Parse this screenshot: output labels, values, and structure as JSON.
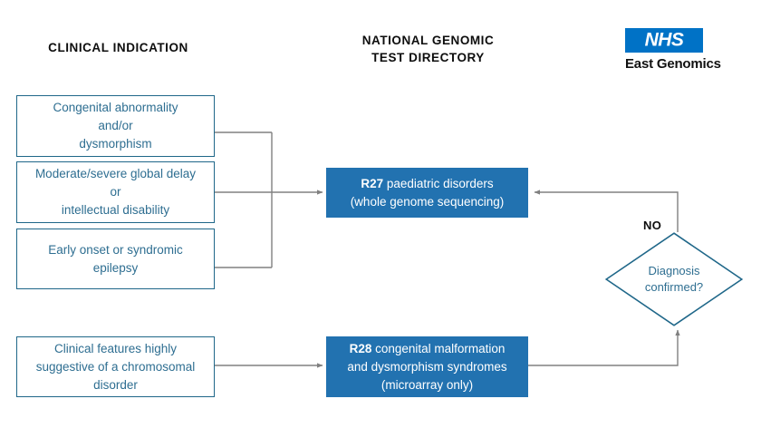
{
  "headings": {
    "clinical_indication": "CLINICAL INDICATION",
    "test_directory_line1": "NATIONAL GENOMIC",
    "test_directory_line2": "TEST DIRECTORY"
  },
  "logo": {
    "badge": "NHS",
    "subtitle": "East Genomics",
    "badge_color": "#0072C6",
    "subtitle_color": "#111111"
  },
  "colors": {
    "box_fill": "#2272B0",
    "box_border": "#1F6789",
    "box_text": "#2E6E91",
    "connector": "#808080",
    "heading_text": "#0d0d0d"
  },
  "indications": [
    {
      "id": "congenital-abnormality",
      "lines": [
        "Congenital abnormality",
        "and/or",
        "dysmorphism"
      ],
      "text": "Congenital abnormality and/or dysmorphism"
    },
    {
      "id": "global-delay",
      "lines": [
        "Moderate/severe global delay",
        "or",
        "intellectual disability"
      ],
      "text": "Moderate/severe global delay or intellectual disability"
    },
    {
      "id": "epilepsy",
      "lines": [
        "Early onset or syndromic",
        "epilepsy"
      ],
      "text": "Early onset or syndromic epilepsy"
    },
    {
      "id": "chromosomal-disorder",
      "lines": [
        "Clinical features highly",
        "suggestive of a chromosomal",
        "disorder"
      ],
      "text": "Clinical features highly suggestive of a chromosomal disorder"
    }
  ],
  "tests": [
    {
      "id": "r27",
      "code": "R27",
      "name": " paediatric disorders",
      "detail": "(whole genome sequencing)"
    },
    {
      "id": "r28",
      "code": "R28",
      "name": " congenital malformation",
      "name_line2": "and dysmorphism syndromes",
      "detail": "(microarray only)"
    }
  ],
  "decision": {
    "line1": "Diagnosis",
    "line2": "confirmed?",
    "no_label": "NO"
  }
}
